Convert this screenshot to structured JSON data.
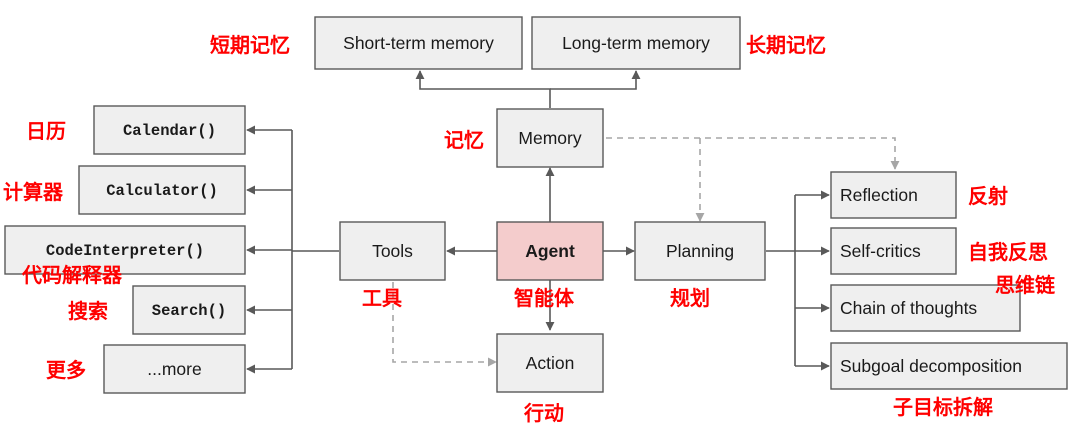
{
  "memory": {
    "label": "Memory",
    "zh": "记忆",
    "short_term": {
      "label": "Short-term memory",
      "zh": "短期记忆"
    },
    "long_term": {
      "label": "Long-term memory",
      "zh": "长期记忆"
    }
  },
  "agent": {
    "label": "Agent",
    "zh": "智能体"
  },
  "tools": {
    "label": "Tools",
    "zh": "工具",
    "items": [
      {
        "label": "Calendar()",
        "zh": "日历"
      },
      {
        "label": "Calculator()",
        "zh": "计算器"
      },
      {
        "label": "CodeInterpreter()",
        "zh": "代码解释器"
      },
      {
        "label": "Search()",
        "zh": "搜索"
      },
      {
        "label": "...more",
        "zh": "更多"
      }
    ]
  },
  "planning": {
    "label": "Planning",
    "zh": "规划",
    "items": [
      {
        "label": "Reflection",
        "zh": "反射"
      },
      {
        "label": "Self-critics",
        "zh": "自我反思"
      },
      {
        "label": "Chain of thoughts",
        "zh": "思维链"
      },
      {
        "label": "Subgoal decomposition",
        "zh": "子目标拆解"
      }
    ]
  },
  "action": {
    "label": "Action",
    "zh": "行动"
  },
  "colors": {
    "annotation": "#ff0000",
    "box_fill": "#efefef",
    "agent_fill": "#f4cccc",
    "line": "#595959",
    "dashed": "#a6a6a6"
  }
}
